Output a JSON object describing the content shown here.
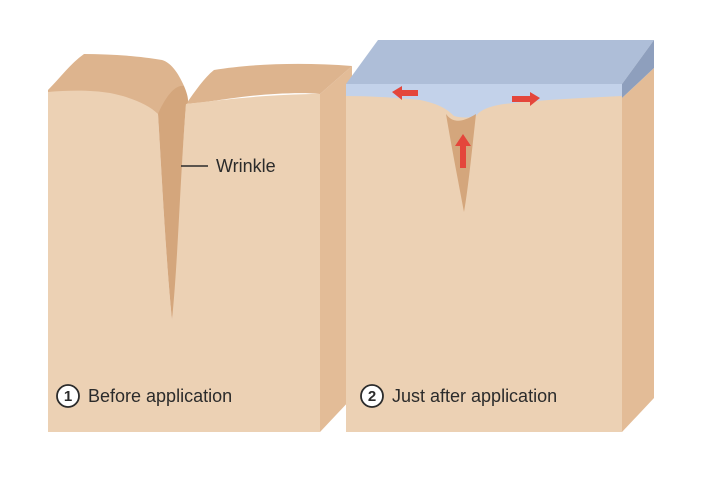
{
  "labels": {
    "wrinkle": "Wrinkle"
  },
  "steps": [
    {
      "number": "1",
      "caption": "Before application"
    },
    {
      "number": "2",
      "caption": "Just after application"
    }
  ],
  "colors": {
    "skin_front": "#ecd1b4",
    "skin_side": "#e3bc97",
    "skin_top": "#ddb48e",
    "wrinkle_fill": "#d4a67c",
    "film_top": "#aebed8",
    "film_side": "#8e9fbd",
    "film_front": "#c3d2ea",
    "arrow": "#e4463b",
    "text": "#2b2b2b"
  }
}
